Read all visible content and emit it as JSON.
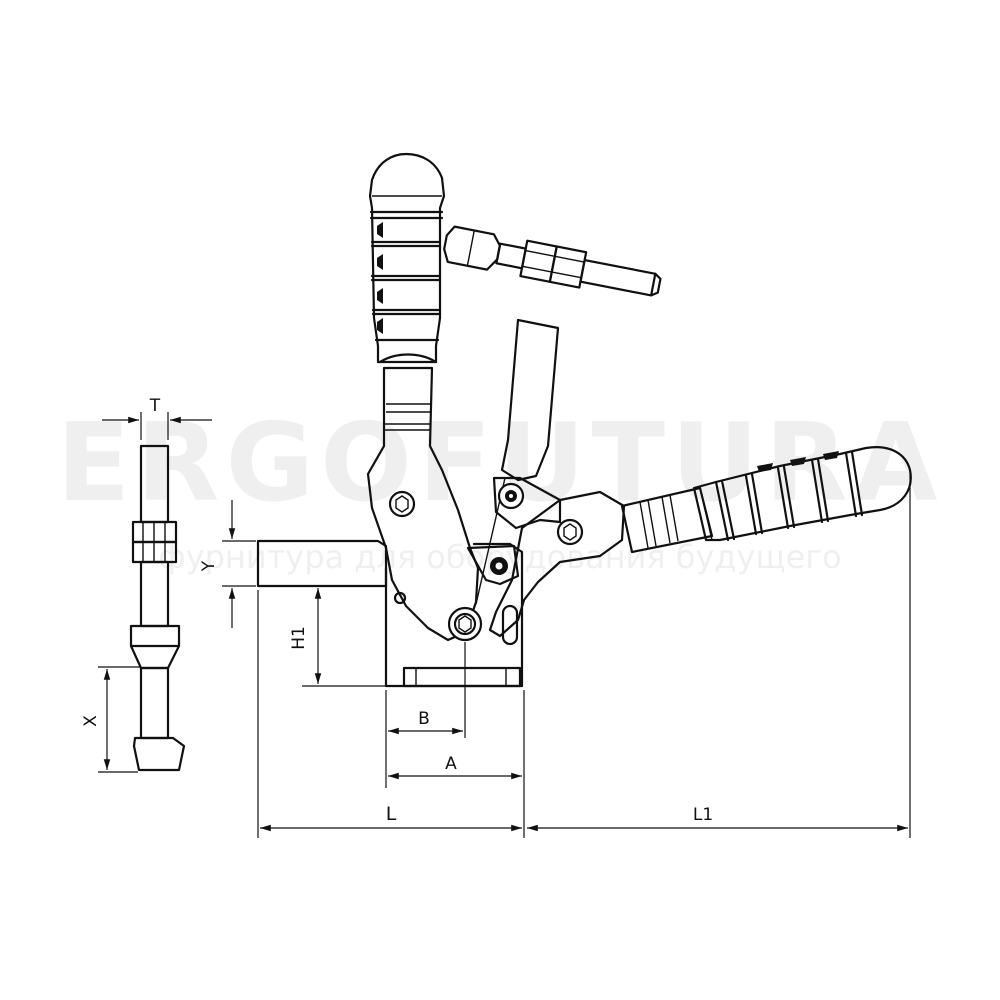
{
  "watermark": {
    "brand": "ERGOFUTURA",
    "tagline": "фурнитура для оборудования будущего"
  },
  "dimensions": {
    "T": "T",
    "Y": "Y",
    "H1": "H1",
    "X": "X",
    "B": "B",
    "A": "A",
    "L": "L",
    "L1": "L1"
  }
}
